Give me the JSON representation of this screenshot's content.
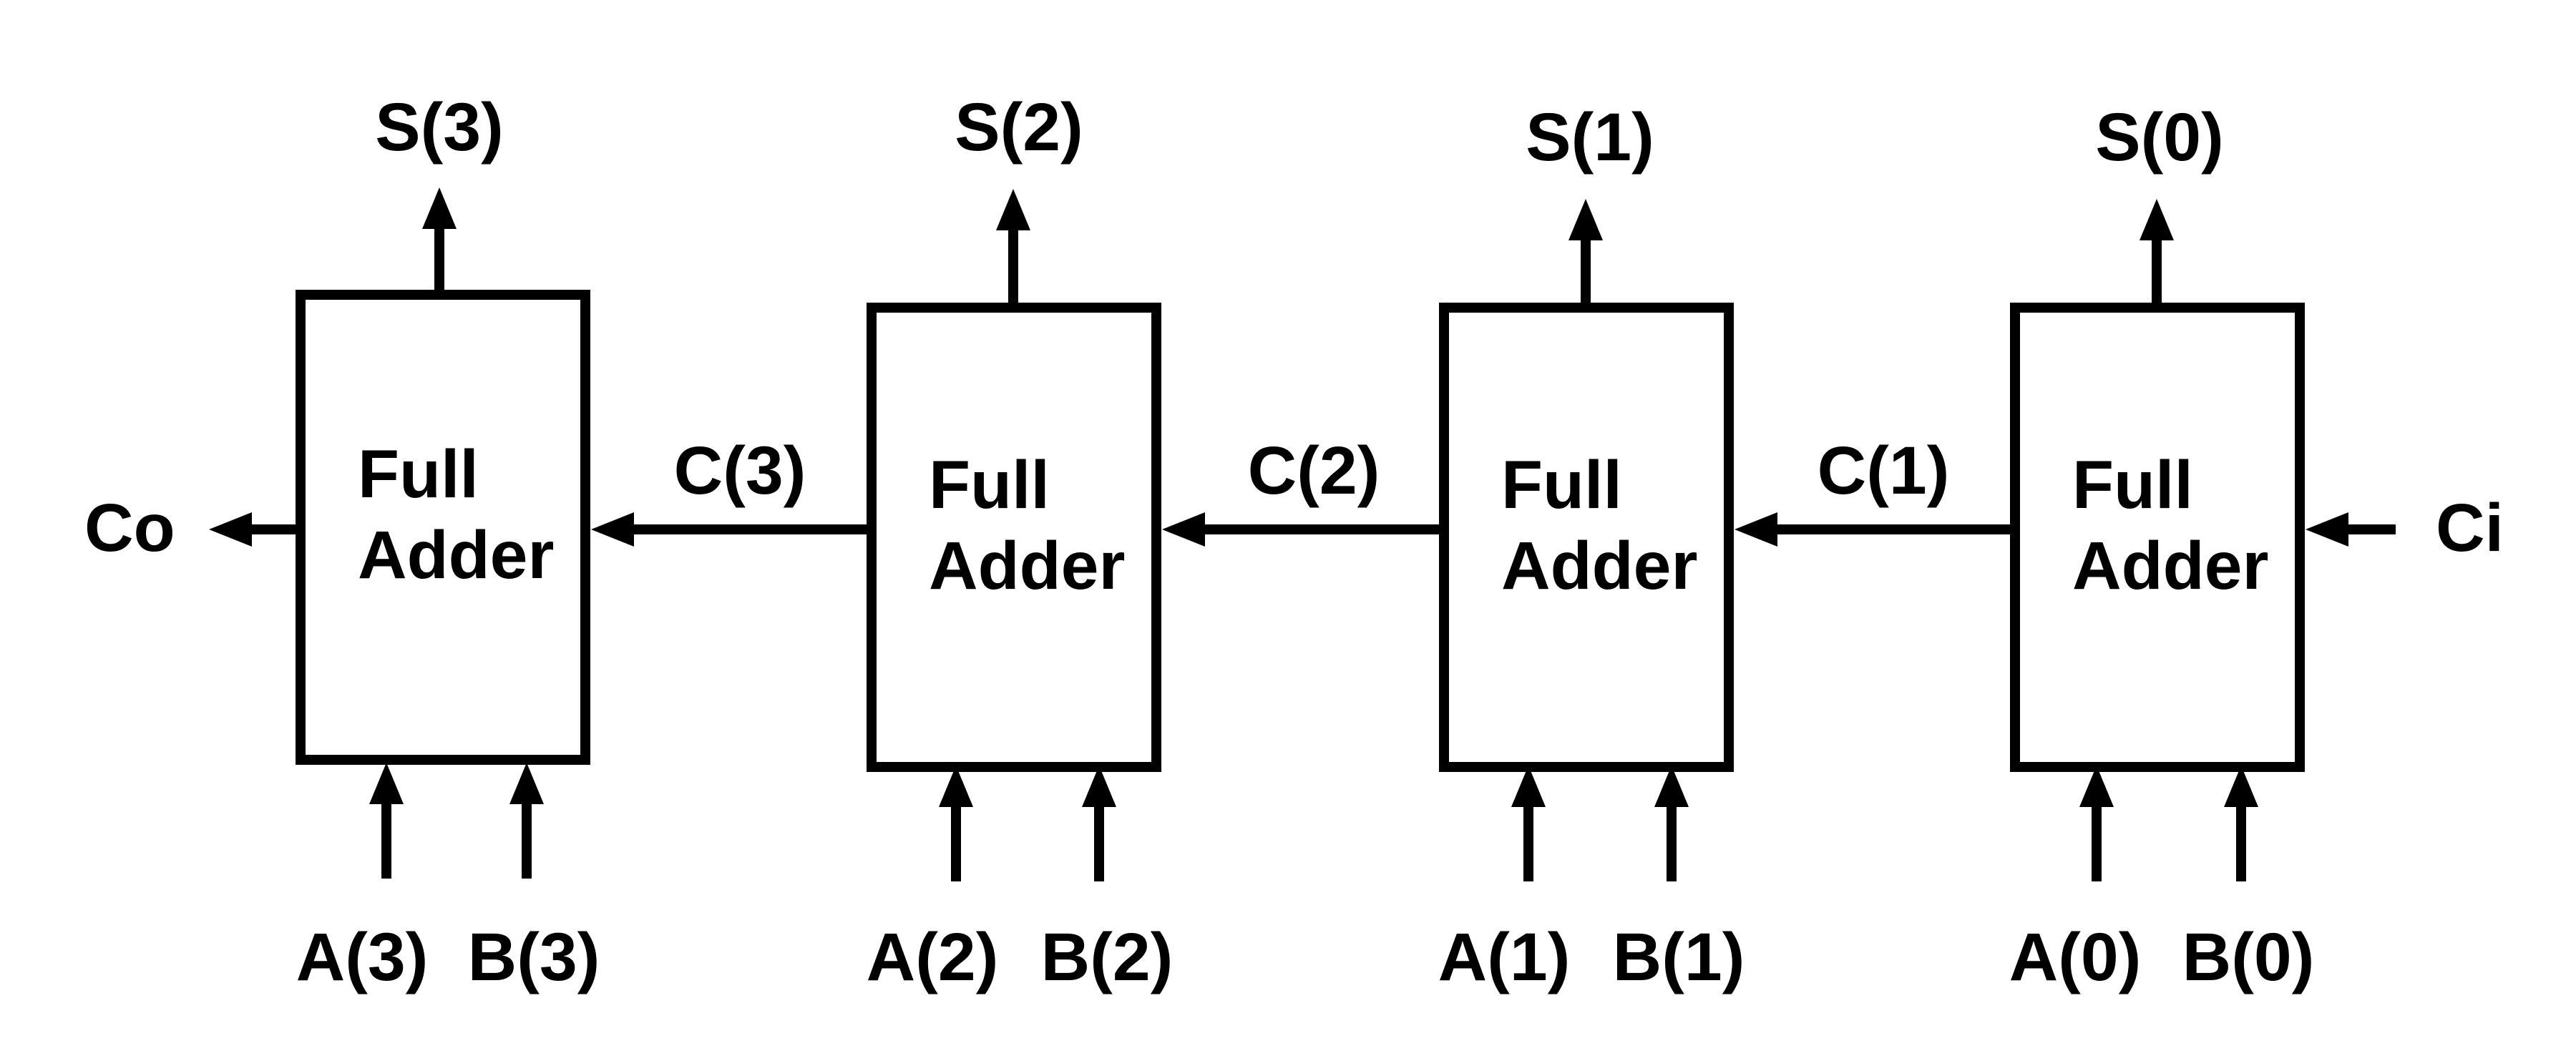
{
  "diagram": {
    "stages": [
      {
        "box_line1": "Full",
        "box_line2": "Adder",
        "sum": "S(3)",
        "a": "A(3)",
        "b": "B(3)"
      },
      {
        "box_line1": "Full",
        "box_line2": "Adder",
        "sum": "S(2)",
        "a": "A(2)",
        "b": "B(2)"
      },
      {
        "box_line1": "Full",
        "box_line2": "Adder",
        "sum": "S(1)",
        "a": "A(1)",
        "b": "B(1)"
      },
      {
        "box_line1": "Full",
        "box_line2": "Adder",
        "sum": "S(0)",
        "a": "A(0)",
        "b": "B(0)"
      }
    ],
    "carries": [
      "C(3)",
      "C(2)",
      "C(1)"
    ],
    "carry_out": "Co",
    "carry_in": "Ci"
  }
}
